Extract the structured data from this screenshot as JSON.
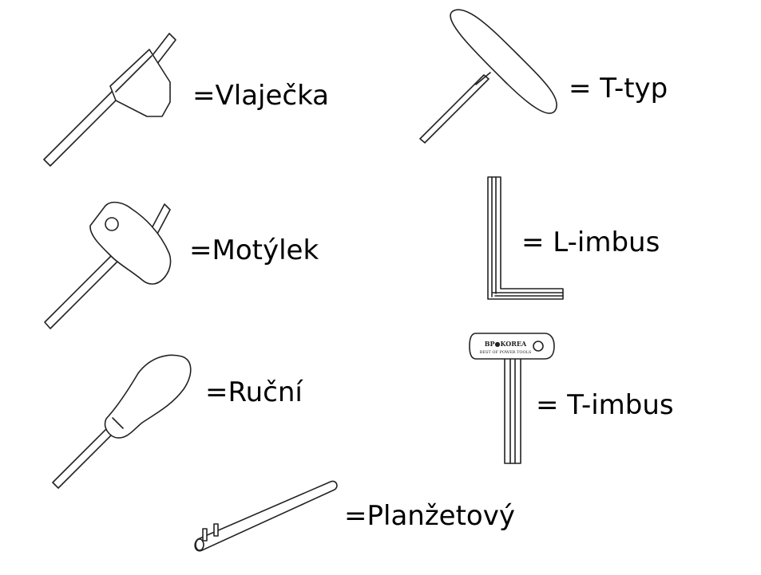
{
  "labels": {
    "flag": "=Vlaječka",
    "t_type": "= T-typ",
    "butterfly": "=Motýlek",
    "l_hex": "= L-imbus",
    "hand": "=Ruční",
    "t_hex": "= T-imbus",
    "pin": "=Planžetový"
  },
  "t_hex_brand": {
    "name": "BP●KOREA",
    "tagline": "BEST OF POWER TOOLS"
  },
  "colors": {
    "line": "#222222",
    "background": "#ffffff",
    "text": "#000000"
  }
}
